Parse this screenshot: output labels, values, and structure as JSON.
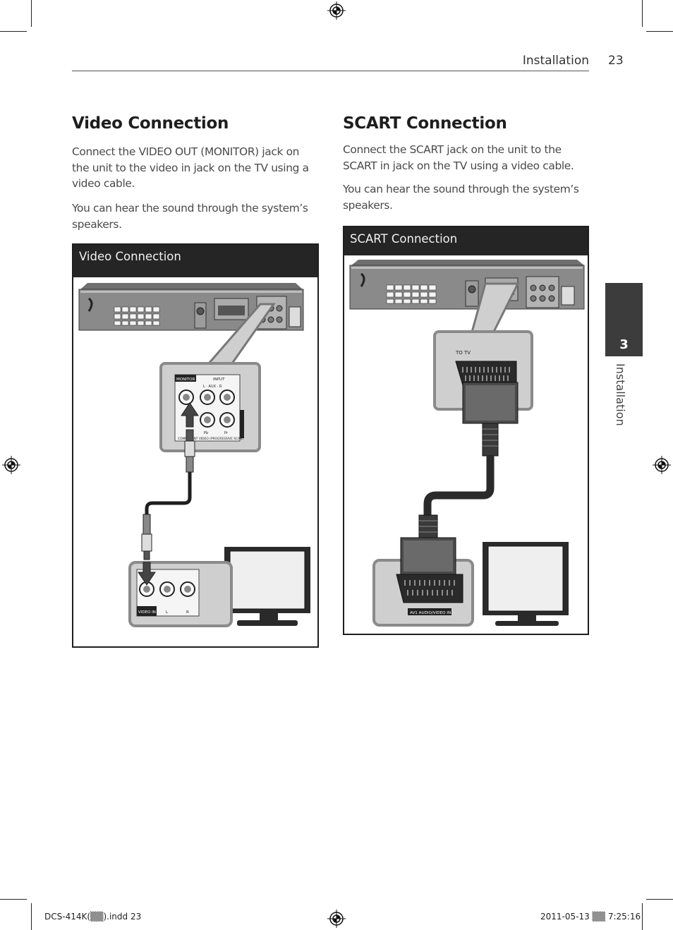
{
  "header": {
    "section": "Installation",
    "page_number": "23"
  },
  "video": {
    "title": "Video Connection",
    "para1": "Connect the VIDEO OUT (MONITOR) jack on the unit to the video in jack on the TV using a video cable.",
    "para2": "You can hear the sound through the system’s speakers.",
    "figure": {
      "caption": "Video Connection",
      "jack_panel": {
        "monitor": "MONITOR",
        "input": "INPUT",
        "aux": "L · AUX · R",
        "pb": "Pb",
        "pr": "Pr",
        "component": "COMPONENT VIDEO (PROGRESSIVE SCAN)"
      },
      "tv_panel": {
        "video_in": "VIDEO IN",
        "l": "L",
        "r": "R"
      }
    }
  },
  "scart": {
    "title": "SCART Connection",
    "para1": "Connect the SCART jack on the unit to the SCART in jack on the TV using a video cable.",
    "para2": "You can hear the sound through the system’s speakers.",
    "figure": {
      "caption": "SCART Connection",
      "to_tv": "TO TV",
      "av_label": "AV1 AUDIO/VIDEO IN"
    }
  },
  "side_tab": {
    "number": "3",
    "label": "Installation"
  },
  "footer": {
    "file": "DCS-414K(▒▒).indd   23",
    "timestamp": "2011-05-13   ▒▒ 7:25:16"
  }
}
